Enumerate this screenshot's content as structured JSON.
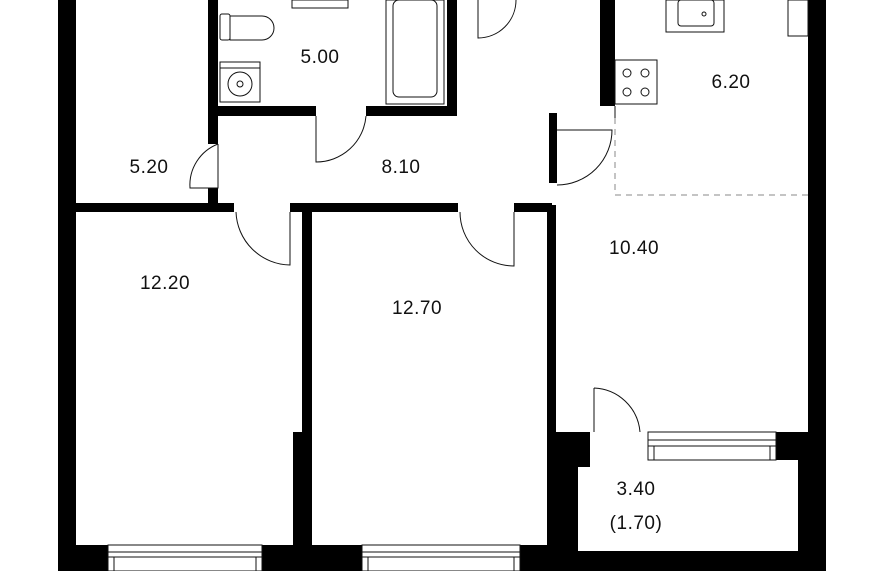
{
  "plan": {
    "rooms": [
      {
        "id": "bathroom",
        "area": "5.00"
      },
      {
        "id": "kitchen",
        "area": "6.20"
      },
      {
        "id": "wardrobe",
        "area": "5.20"
      },
      {
        "id": "hallway",
        "area": "8.10"
      },
      {
        "id": "living",
        "area": "10.40"
      },
      {
        "id": "bedroom-1",
        "area": "12.20"
      },
      {
        "id": "bedroom-2",
        "area": "12.70"
      },
      {
        "id": "balcony",
        "area": "3.40",
        "reduced_area": "(1.70)"
      }
    ]
  },
  "colors": {
    "wall": "#000000",
    "background": "#ffffff",
    "line": "#555555"
  }
}
